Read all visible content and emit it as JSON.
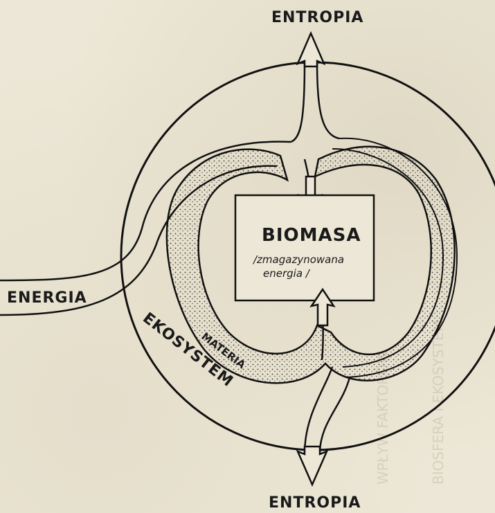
{
  "labels": {
    "entropy_top": "ENTROPIA",
    "entropy_bottom": "ENTROPIA",
    "energy": "ENERGIA",
    "ecosystem": "EKOSYSTEM",
    "matter": "MATERIA",
    "biomass_title": "BIOMASA",
    "biomass_sub_line1": "/zmagazynowana",
    "biomass_sub_line2": "energia /"
  },
  "colors": {
    "ink": "#1a1a1a",
    "paper": "#ece7d6"
  }
}
